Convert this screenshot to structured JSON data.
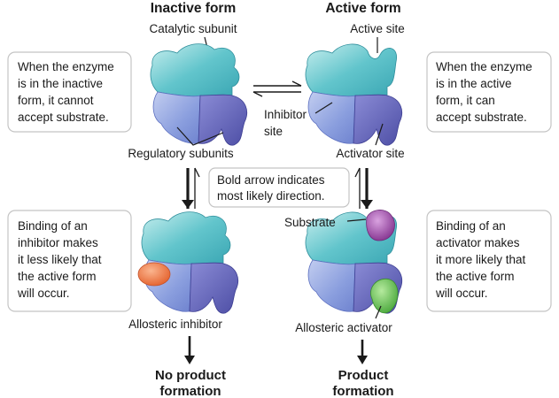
{
  "headings": {
    "inactive": "Inactive form",
    "active": "Active form"
  },
  "labels": {
    "catalytic": "Catalytic subunit",
    "active_site": "Active site",
    "inhibitor_site_1": "Inhibitor",
    "inhibitor_site_2": "site",
    "regulatory": "Regulatory subunits",
    "activator_site": "Activator site",
    "substrate": "Substrate",
    "allosteric_inhibitor": "Allosteric inhibitor",
    "allosteric_activator": "Allosteric activator"
  },
  "boxes": {
    "inactive_note": [
      "When the enzyme",
      "is in the inactive",
      "form, it cannot",
      "accept substrate."
    ],
    "active_note": [
      "When the enzyme",
      "is in the active",
      "form, it can",
      "accept substrate."
    ],
    "bold_arrow_note": [
      "Bold arrow indicates",
      "most likely direction."
    ],
    "inhibitor_note": [
      "Binding of an",
      "inhibitor makes",
      "it less likely that",
      "the active form",
      "will occur."
    ],
    "activator_note": [
      "Binding of an",
      "activator makes",
      "it more likely that",
      "the active form",
      "will occur."
    ]
  },
  "outcomes": {
    "no_product": [
      "No product",
      "formation"
    ],
    "product": [
      "Product",
      "formation"
    ]
  },
  "colors": {
    "catalytic_teal": "#5ec4cc",
    "catalytic_light": "#b5e6e6",
    "regulatory_blue": "#8fa2dd",
    "regulatory_dark": "#5a5bb0",
    "inhibitor_orange": "#ee7a45",
    "activator_green": "#6cc25a",
    "substrate_purple": "#9a4aa8",
    "box_border": "#c4c4c4"
  }
}
